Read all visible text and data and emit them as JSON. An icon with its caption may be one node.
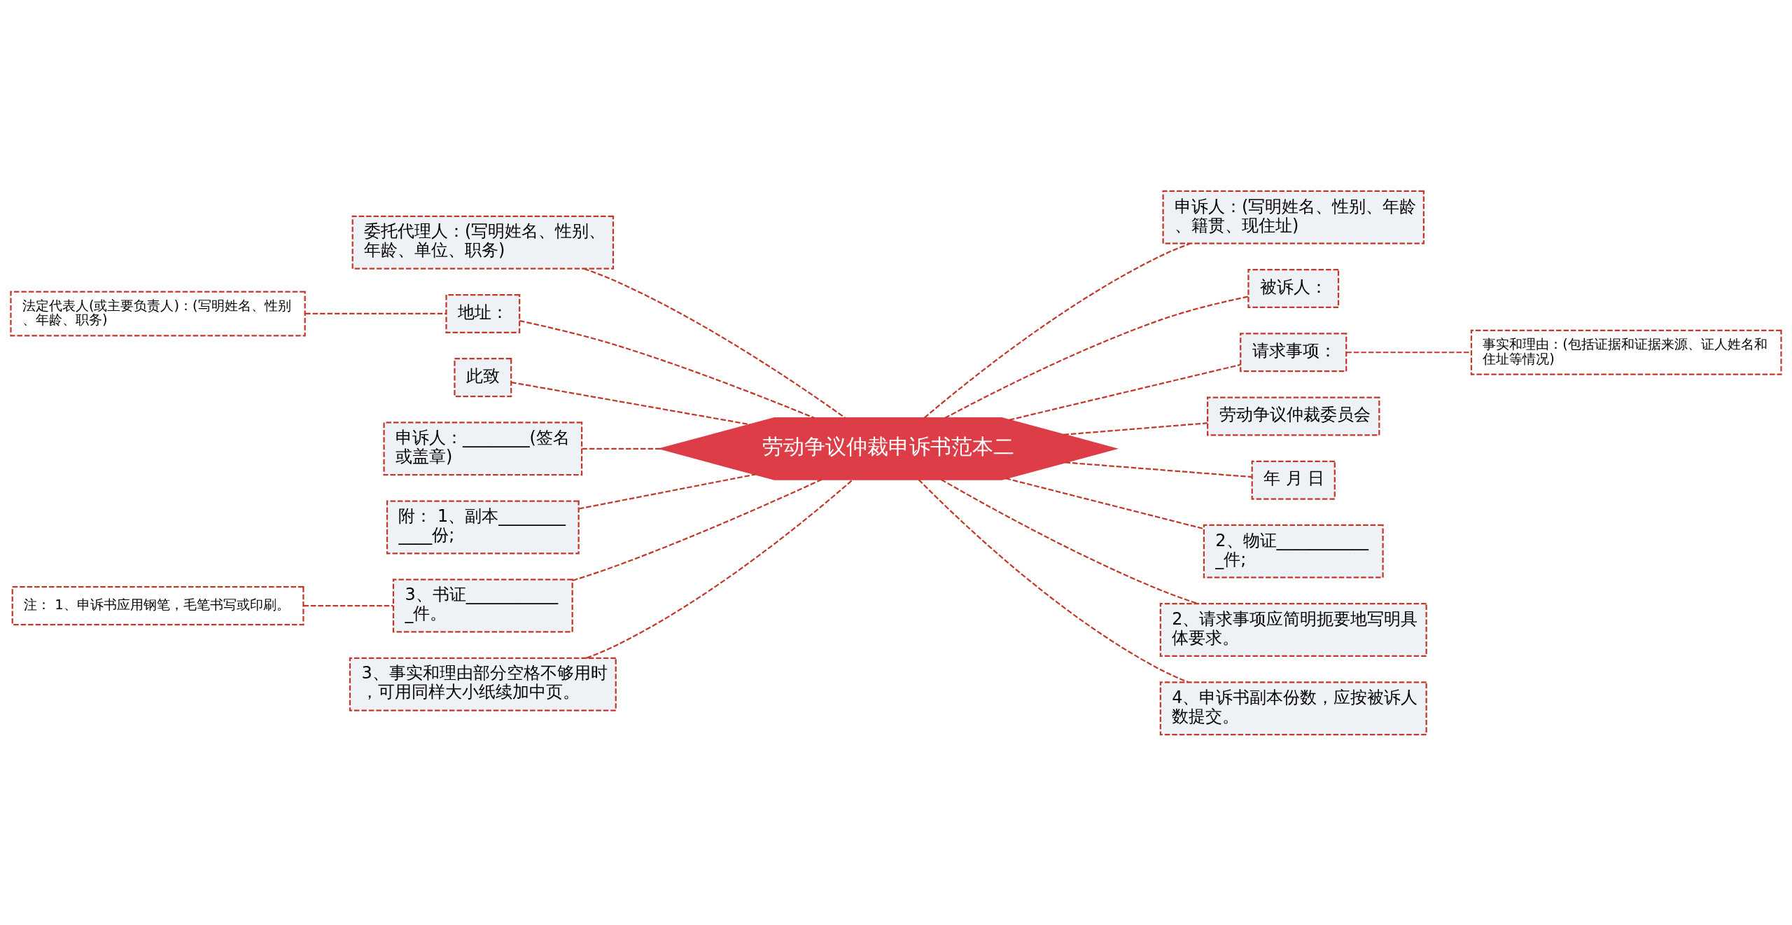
{
  "diagram": {
    "nodes": [
      {
        "text": [
          "劳动争议仲裁申诉书范本二"
        ]
      },
      {
        "text": [
          "委托代理人：(写明姓名、性别、年龄、单位、职务)"
        ]
      },
      {
        "text": [
          "地址："
        ]
      },
      {
        "text": [
          "法定代表人(或主要负责人)：(写明姓名、性别、年龄、职务)"
        ]
      },
      {
        "text": [
          "此致"
        ]
      },
      {
        "text": [
          "申诉人：________(签名或盖章)"
        ]
      },
      {
        "text": [
          "附： 1、副本____________份;"
        ]
      },
      {
        "text": [
          "3、书证____________件。"
        ]
      },
      {
        "text": [
          "注： 1、申诉书应用钢笔，毛笔书写或印刷。"
        ]
      },
      {
        "text": [
          "3、事实和理由部分空格不够用时，可用同样大小纸续加中页。"
        ]
      },
      {
        "text": [
          "申诉人：(写明姓名、性别、年龄、籍贯、现住址)"
        ]
      },
      {
        "text": [
          "被诉人："
        ]
      },
      {
        "text": [
          "请求事项："
        ]
      },
      {
        "text": [
          "事实和理由：(包括证据和证据来源、证人姓名和住址等情况)"
        ]
      },
      {
        "text": [
          "劳动争议仲裁委员会"
        ]
      },
      {
        "text": [
          "年 月 日"
        ]
      },
      {
        "text": [
          "2、物证____________件;"
        ]
      },
      {
        "text": [
          "2、请求事项应简明扼要地写明具体要求。"
        ]
      },
      {
        "text": [
          "4、申诉书副本份数，应按被诉人数提交。"
        ]
      }
    ],
    "edges": [
      {
        "from": 0,
        "to": 1,
        "arrow": "none",
        "style": "dashed"
      },
      {
        "from": 0,
        "to": 2,
        "arrow": "none",
        "style": "dashed"
      },
      {
        "from": 2,
        "to": 3,
        "arrow": "none",
        "style": "dashed"
      },
      {
        "from": 0,
        "to": 4,
        "arrow": "none",
        "style": "dashed"
      },
      {
        "from": 0,
        "to": 5,
        "arrow": "none",
        "style": "dashed"
      },
      {
        "from": 0,
        "to": 6,
        "arrow": "none",
        "style": "dashed"
      },
      {
        "from": 0,
        "to": 7,
        "arrow": "none",
        "style": "dashed"
      },
      {
        "from": 7,
        "to": 8,
        "arrow": "none",
        "style": "dashed"
      },
      {
        "from": 0,
        "to": 9,
        "arrow": "none",
        "style": "dashed"
      },
      {
        "from": 0,
        "to": 10,
        "arrow": "none",
        "style": "dashed"
      },
      {
        "from": 0,
        "to": 11,
        "arrow": "none",
        "style": "dashed"
      },
      {
        "from": 0,
        "to": 12,
        "arrow": "none",
        "style": "dashed"
      },
      {
        "from": 12,
        "to": 13,
        "arrow": "none",
        "style": "dashed"
      },
      {
        "from": 0,
        "to": 14,
        "arrow": "none",
        "style": "dashed"
      },
      {
        "from": 0,
        "to": 15,
        "arrow": "none",
        "style": "dashed"
      },
      {
        "from": 0,
        "to": 16,
        "arrow": "none",
        "style": "dashed"
      },
      {
        "from": 0,
        "to": 17,
        "arrow": "none",
        "style": "dashed"
      },
      {
        "from": 0,
        "to": 18,
        "arrow": "none",
        "style": "dashed"
      }
    ]
  }
}
